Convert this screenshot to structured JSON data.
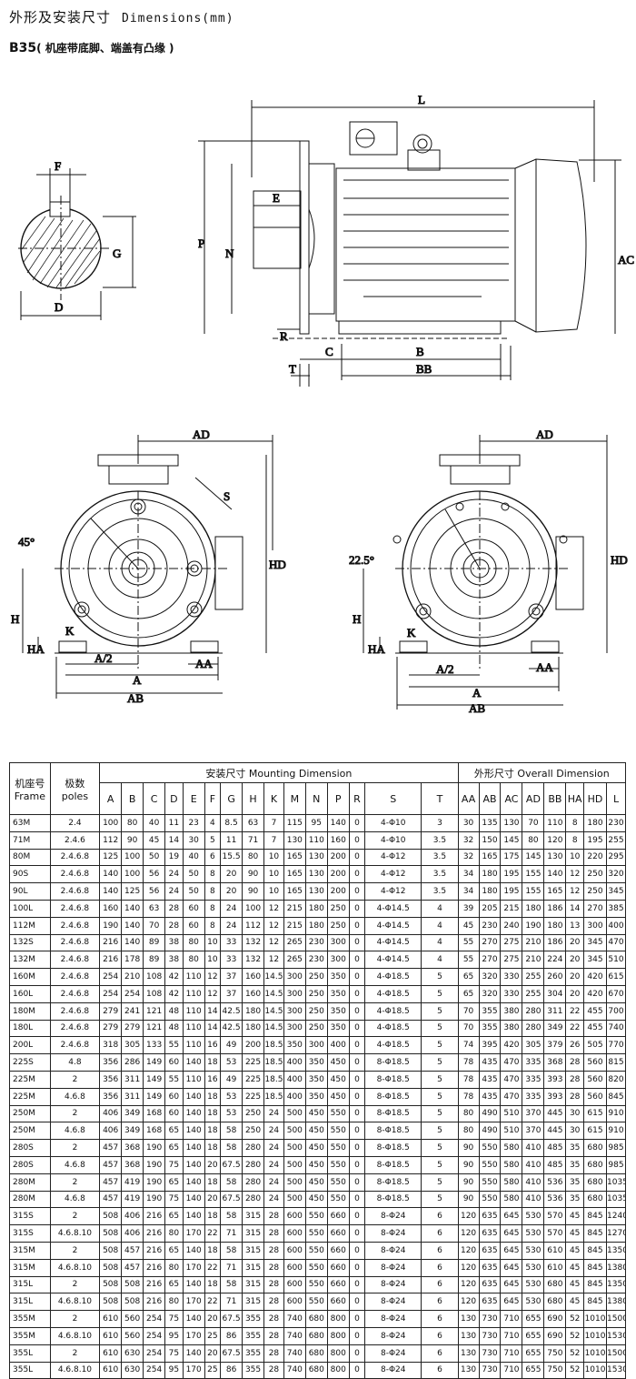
{
  "header": {
    "title_cn": "外形及安装尺寸",
    "title_en": "Dimensions(mm)",
    "subtitle_code": "B35",
    "subtitle_cn": "( 机座带底脚、端盖有凸缘 )"
  },
  "drawing_labels": {
    "F": "F",
    "G": "G",
    "D": "D",
    "L": "L",
    "E": "E",
    "P": "P",
    "N": "N",
    "AC": "AC",
    "R": "R",
    "C": "C",
    "B": "B",
    "BB": "BB",
    "T": "T",
    "AD": "AD",
    "S": "S",
    "HD": "HD",
    "H": "H",
    "K": "K",
    "HA": "HA",
    "A2": "A/2",
    "AA": "AA",
    "A": "A",
    "AB": "AB",
    "angle1": "45°",
    "angle2": "22.5°"
  },
  "table": {
    "h_frame_cn": "机座号",
    "h_frame_en": "Frame",
    "h_poles_cn": "极数",
    "h_poles_en": "poles",
    "h_mount": "安装尺寸    Mounting Dimension",
    "h_overall": "外形尺寸    Overall Dimension",
    "columns": [
      "A",
      "B",
      "C",
      "D",
      "E",
      "F",
      "G",
      "H",
      "K",
      "M",
      "N",
      "P",
      "R",
      "S",
      "T",
      "AA",
      "AB",
      "AC",
      "AD",
      "BB",
      "HA",
      "HD",
      "L"
    ],
    "rows": [
      [
        "63M",
        "2.4",
        "100",
        "80",
        "40",
        "11",
        "23",
        "4",
        "8.5",
        "63",
        "7",
        "115",
        "95",
        "140",
        "0",
        "4-Φ10",
        "3",
        "30",
        "135",
        "130",
        "70",
        "110",
        "8",
        "180",
        "230"
      ],
      [
        "71M",
        "2.4.6",
        "112",
        "90",
        "45",
        "14",
        "30",
        "5",
        "11",
        "71",
        "7",
        "130",
        "110",
        "160",
        "0",
        "4-Φ10",
        "3.5",
        "32",
        "150",
        "145",
        "80",
        "120",
        "8",
        "195",
        "255"
      ],
      [
        "80M",
        "2.4.6.8",
        "125",
        "100",
        "50",
        "19",
        "40",
        "6",
        "15.5",
        "80",
        "10",
        "165",
        "130",
        "200",
        "0",
        "4-Φ12",
        "3.5",
        "32",
        "165",
        "175",
        "145",
        "130",
        "10",
        "220",
        "295"
      ],
      [
        "90S",
        "2.4.6.8",
        "140",
        "100",
        "56",
        "24",
        "50",
        "8",
        "20",
        "90",
        "10",
        "165",
        "130",
        "200",
        "0",
        "4-Φ12",
        "3.5",
        "34",
        "180",
        "195",
        "155",
        "140",
        "12",
        "250",
        "320"
      ],
      [
        "90L",
        "2.4.6.8",
        "140",
        "125",
        "56",
        "24",
        "50",
        "8",
        "20",
        "90",
        "10",
        "165",
        "130",
        "200",
        "0",
        "4-Φ12",
        "3.5",
        "34",
        "180",
        "195",
        "155",
        "165",
        "12",
        "250",
        "345"
      ],
      [
        "100L",
        "2.4.6.8",
        "160",
        "140",
        "63",
        "28",
        "60",
        "8",
        "24",
        "100",
        "12",
        "215",
        "180",
        "250",
        "0",
        "4-Φ14.5",
        "4",
        "39",
        "205",
        "215",
        "180",
        "186",
        "14",
        "270",
        "385"
      ],
      [
        "112M",
        "2.4.6.8",
        "190",
        "140",
        "70",
        "28",
        "60",
        "8",
        "24",
        "112",
        "12",
        "215",
        "180",
        "250",
        "0",
        "4-Φ14.5",
        "4",
        "45",
        "230",
        "240",
        "190",
        "180",
        "13",
        "300",
        "400"
      ],
      [
        "132S",
        "2.4.6.8",
        "216",
        "140",
        "89",
        "38",
        "80",
        "10",
        "33",
        "132",
        "12",
        "265",
        "230",
        "300",
        "0",
        "4-Φ14.5",
        "4",
        "55",
        "270",
        "275",
        "210",
        "186",
        "20",
        "345",
        "470"
      ],
      [
        "132M",
        "2.4.6.8",
        "216",
        "178",
        "89",
        "38",
        "80",
        "10",
        "33",
        "132",
        "12",
        "265",
        "230",
        "300",
        "0",
        "4-Φ14.5",
        "4",
        "55",
        "270",
        "275",
        "210",
        "224",
        "20",
        "345",
        "510"
      ],
      [
        "160M",
        "2.4.6.8",
        "254",
        "210",
        "108",
        "42",
        "110",
        "12",
        "37",
        "160",
        "14.5",
        "300",
        "250",
        "350",
        "0",
        "4-Φ18.5",
        "5",
        "65",
        "320",
        "330",
        "255",
        "260",
        "20",
        "420",
        "615"
      ],
      [
        "160L",
        "2.4.6.8",
        "254",
        "254",
        "108",
        "42",
        "110",
        "12",
        "37",
        "160",
        "14.5",
        "300",
        "250",
        "350",
        "0",
        "4-Φ18.5",
        "5",
        "65",
        "320",
        "330",
        "255",
        "304",
        "20",
        "420",
        "670"
      ],
      [
        "180M",
        "2.4.6.8",
        "279",
        "241",
        "121",
        "48",
        "110",
        "14",
        "42.5",
        "180",
        "14.5",
        "300",
        "250",
        "350",
        "0",
        "4-Φ18.5",
        "5",
        "70",
        "355",
        "380",
        "280",
        "311",
        "22",
        "455",
        "700"
      ],
      [
        "180L",
        "2.4.6.8",
        "279",
        "279",
        "121",
        "48",
        "110",
        "14",
        "42.5",
        "180",
        "14.5",
        "300",
        "250",
        "350",
        "0",
        "4-Φ18.5",
        "5",
        "70",
        "355",
        "380",
        "280",
        "349",
        "22",
        "455",
        "740"
      ],
      [
        "200L",
        "2.4.6.8",
        "318",
        "305",
        "133",
        "55",
        "110",
        "16",
        "49",
        "200",
        "18.5",
        "350",
        "300",
        "400",
        "0",
        "4-Φ18.5",
        "5",
        "74",
        "395",
        "420",
        "305",
        "379",
        "26",
        "505",
        "770"
      ],
      [
        "225S",
        "4.8",
        "356",
        "286",
        "149",
        "60",
        "140",
        "18",
        "53",
        "225",
        "18.5",
        "400",
        "350",
        "450",
        "0",
        "8-Φ18.5",
        "5",
        "78",
        "435",
        "470",
        "335",
        "368",
        "28",
        "560",
        "815"
      ],
      [
        "225M",
        "2",
        "356",
        "311",
        "149",
        "55",
        "110",
        "16",
        "49",
        "225",
        "18.5",
        "400",
        "350",
        "450",
        "0",
        "8-Φ18.5",
        "5",
        "78",
        "435",
        "470",
        "335",
        "393",
        "28",
        "560",
        "820"
      ],
      [
        "225M",
        "4.6.8",
        "356",
        "311",
        "149",
        "60",
        "140",
        "18",
        "53",
        "225",
        "18.5",
        "400",
        "350",
        "450",
        "0",
        "8-Φ18.5",
        "5",
        "78",
        "435",
        "470",
        "335",
        "393",
        "28",
        "560",
        "845"
      ],
      [
        "250M",
        "2",
        "406",
        "349",
        "168",
        "60",
        "140",
        "18",
        "53",
        "250",
        "24",
        "500",
        "450",
        "550",
        "0",
        "8-Φ18.5",
        "5",
        "80",
        "490",
        "510",
        "370",
        "445",
        "30",
        "615",
        "910"
      ],
      [
        "250M",
        "4.6.8",
        "406",
        "349",
        "168",
        "65",
        "140",
        "18",
        "58",
        "250",
        "24",
        "500",
        "450",
        "550",
        "0",
        "8-Φ18.5",
        "5",
        "80",
        "490",
        "510",
        "370",
        "445",
        "30",
        "615",
        "910"
      ],
      [
        "280S",
        "2",
        "457",
        "368",
        "190",
        "65",
        "140",
        "18",
        "58",
        "280",
        "24",
        "500",
        "450",
        "550",
        "0",
        "8-Φ18.5",
        "5",
        "90",
        "550",
        "580",
        "410",
        "485",
        "35",
        "680",
        "985"
      ],
      [
        "280S",
        "4.6.8",
        "457",
        "368",
        "190",
        "75",
        "140",
        "20",
        "67.5",
        "280",
        "24",
        "500",
        "450",
        "550",
        "0",
        "8-Φ18.5",
        "5",
        "90",
        "550",
        "580",
        "410",
        "485",
        "35",
        "680",
        "985"
      ],
      [
        "280M",
        "2",
        "457",
        "419",
        "190",
        "65",
        "140",
        "18",
        "58",
        "280",
        "24",
        "500",
        "450",
        "550",
        "0",
        "8-Φ18.5",
        "5",
        "90",
        "550",
        "580",
        "410",
        "536",
        "35",
        "680",
        "1035"
      ],
      [
        "280M",
        "4.6.8",
        "457",
        "419",
        "190",
        "75",
        "140",
        "20",
        "67.5",
        "280",
        "24",
        "500",
        "450",
        "550",
        "0",
        "8-Φ18.5",
        "5",
        "90",
        "550",
        "580",
        "410",
        "536",
        "35",
        "680",
        "1035"
      ],
      [
        "315S",
        "2",
        "508",
        "406",
        "216",
        "65",
        "140",
        "18",
        "58",
        "315",
        "28",
        "600",
        "550",
        "660",
        "0",
        "8-Φ24",
        "6",
        "120",
        "635",
        "645",
        "530",
        "570",
        "45",
        "845",
        "1240"
      ],
      [
        "315S",
        "4.6.8.10",
        "508",
        "406",
        "216",
        "80",
        "170",
        "22",
        "71",
        "315",
        "28",
        "600",
        "550",
        "660",
        "0",
        "8-Φ24",
        "6",
        "120",
        "635",
        "645",
        "530",
        "570",
        "45",
        "845",
        "1270"
      ],
      [
        "315M",
        "2",
        "508",
        "457",
        "216",
        "65",
        "140",
        "18",
        "58",
        "315",
        "28",
        "600",
        "550",
        "660",
        "0",
        "8-Φ24",
        "6",
        "120",
        "635",
        "645",
        "530",
        "610",
        "45",
        "845",
        "1350"
      ],
      [
        "315M",
        "4.6.8.10",
        "508",
        "457",
        "216",
        "80",
        "170",
        "22",
        "71",
        "315",
        "28",
        "600",
        "550",
        "660",
        "0",
        "8-Φ24",
        "6",
        "120",
        "635",
        "645",
        "530",
        "610",
        "45",
        "845",
        "1380"
      ],
      [
        "315L",
        "2",
        "508",
        "508",
        "216",
        "65",
        "140",
        "18",
        "58",
        "315",
        "28",
        "600",
        "550",
        "660",
        "0",
        "8-Φ24",
        "6",
        "120",
        "635",
        "645",
        "530",
        "680",
        "45",
        "845",
        "1350"
      ],
      [
        "315L",
        "4.6.8.10",
        "508",
        "508",
        "216",
        "80",
        "170",
        "22",
        "71",
        "315",
        "28",
        "600",
        "550",
        "660",
        "0",
        "8-Φ24",
        "6",
        "120",
        "635",
        "645",
        "530",
        "680",
        "45",
        "845",
        "1380"
      ],
      [
        "355M",
        "2",
        "610",
        "560",
        "254",
        "75",
        "140",
        "20",
        "67.5",
        "355",
        "28",
        "740",
        "680",
        "800",
        "0",
        "8-Φ24",
        "6",
        "130",
        "730",
        "710",
        "655",
        "690",
        "52",
        "1010",
        "1500"
      ],
      [
        "355M",
        "4.6.8.10",
        "610",
        "560",
        "254",
        "95",
        "170",
        "25",
        "86",
        "355",
        "28",
        "740",
        "680",
        "800",
        "0",
        "8-Φ24",
        "6",
        "130",
        "730",
        "710",
        "655",
        "690",
        "52",
        "1010",
        "1530"
      ],
      [
        "355L",
        "2",
        "610",
        "630",
        "254",
        "75",
        "140",
        "20",
        "67.5",
        "355",
        "28",
        "740",
        "680",
        "800",
        "0",
        "8-Φ24",
        "6",
        "130",
        "730",
        "710",
        "655",
        "750",
        "52",
        "1010",
        "1500"
      ],
      [
        "355L",
        "4.6.8.10",
        "610",
        "630",
        "254",
        "95",
        "170",
        "25",
        "86",
        "355",
        "28",
        "740",
        "680",
        "800",
        "0",
        "8-Φ24",
        "6",
        "130",
        "730",
        "710",
        "655",
        "750",
        "52",
        "1010",
        "1530"
      ]
    ]
  }
}
